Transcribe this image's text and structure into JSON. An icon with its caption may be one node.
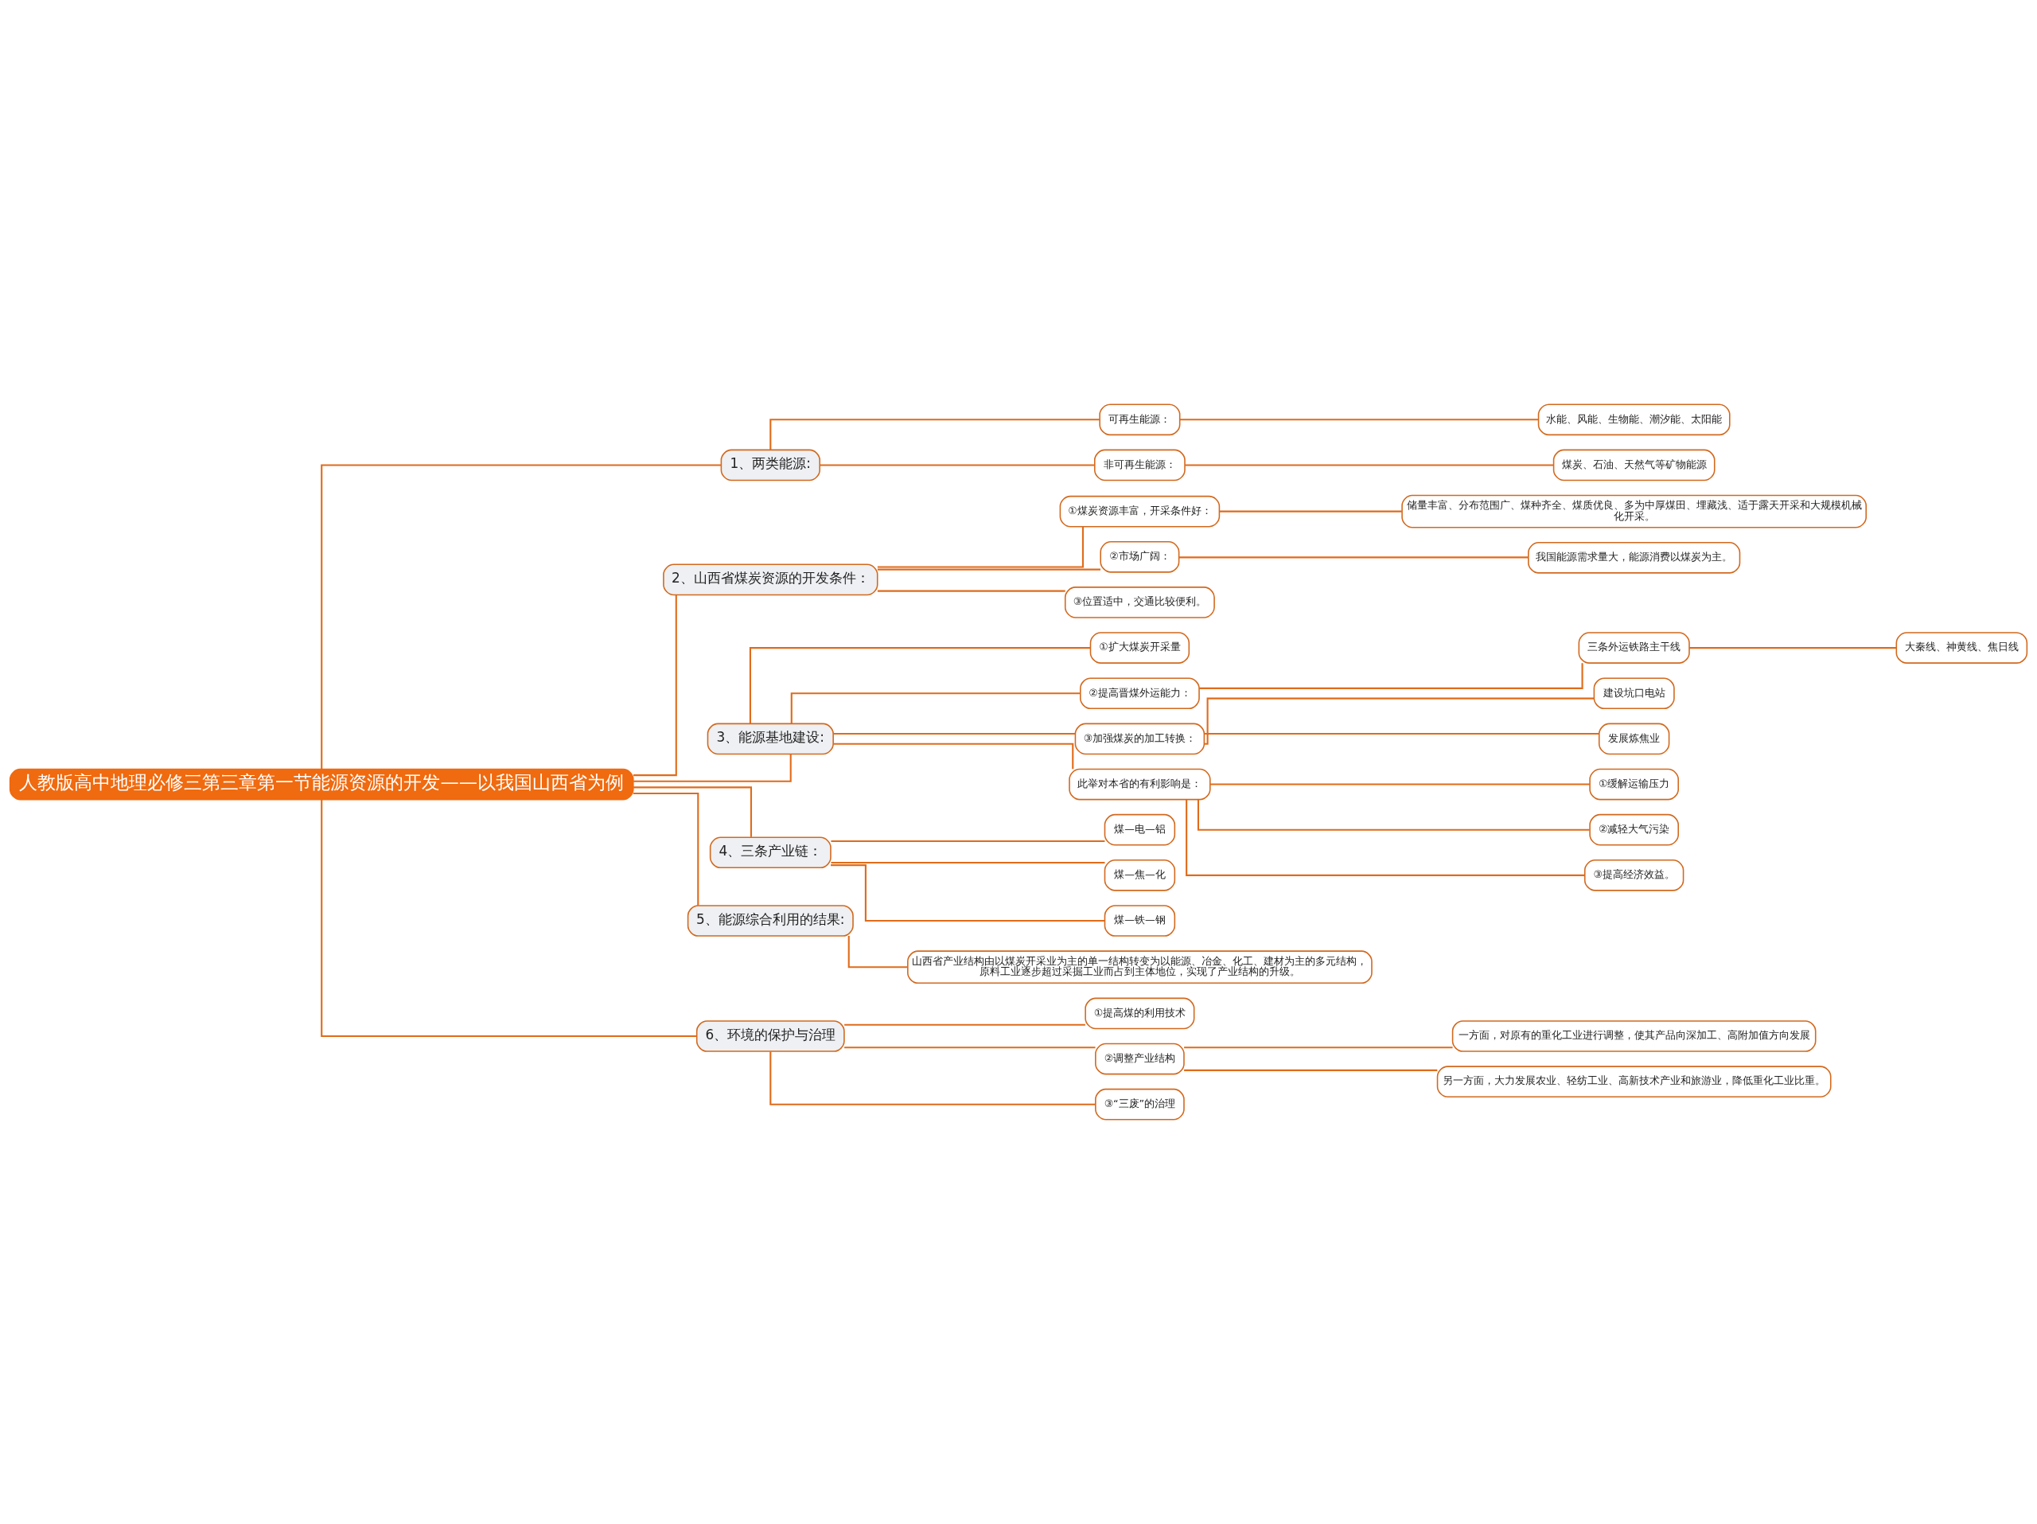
{
  "diagram": {
    "nodes": [
      {
        "text": [
          "人教版高中地理必修三第三章第一节能源资源的开发——以我国山西省为例"
        ]
      },
      {
        "text": [
          "1、两类能源:"
        ]
      },
      {
        "text": [
          "可再生能源："
        ]
      },
      {
        "text": [
          "水能、风能、生物能、潮汐能、太阳能"
        ]
      },
      {
        "text": [
          "非可再生能源："
        ]
      },
      {
        "text": [
          "煤炭、石油、天然气等矿物能源"
        ]
      },
      {
        "text": [
          "2、山西省煤炭资源的开发条件："
        ]
      },
      {
        "text": [
          "①煤炭资源丰富，开采条件好："
        ]
      },
      {
        "text": [
          "储量丰富、分布范围广、煤种齐全、煤质优良、多为中厚煤田、埋藏浅、适于露天开采和大规模机械化开采。"
        ]
      },
      {
        "text": [
          "②市场广阔："
        ]
      },
      {
        "text": [
          "我国能源需求量大，能源消费以煤炭为主。"
        ]
      },
      {
        "text": [
          "③位置适中，交通比较便利。"
        ]
      },
      {
        "text": [
          "3、能源基地建设:"
        ]
      },
      {
        "text": [
          "①扩大煤炭开采量"
        ]
      },
      {
        "text": [
          "②提高晋煤外运能力："
        ]
      },
      {
        "text": [
          "三条外运铁路主干线"
        ]
      },
      {
        "text": [
          "大秦线、神黄线、焦日线"
        ]
      },
      {
        "text": [
          "③加强煤炭的加工转换："
        ]
      },
      {
        "text": [
          "建设坑口电站"
        ]
      },
      {
        "text": [
          "发展炼焦业"
        ]
      },
      {
        "text": [
          "此举对本省的有利影响是："
        ]
      },
      {
        "text": [
          "①缓解运输压力"
        ]
      },
      {
        "text": [
          "②减轻大气污染"
        ]
      },
      {
        "text": [
          "③提高经济效益。"
        ]
      },
      {
        "text": [
          "4、三条产业链："
        ]
      },
      {
        "text": [
          "煤—电—铝"
        ]
      },
      {
        "text": [
          "煤—焦—化"
        ]
      },
      {
        "text": [
          "煤—铁—钢"
        ]
      },
      {
        "text": [
          "5、能源综合利用的结果:"
        ]
      },
      {
        "text": [
          "山西省产业结构由以煤炭开采业为主的单一结构转变为以能源、冶金、化工、建材为主的多元结构，原料工业逐步超过采掘工业而占到主体地位，实现了产业结构的升级。"
        ]
      },
      {
        "text": [
          "6、环境的保护与治理"
        ]
      },
      {
        "text": [
          "①提高煤的利用技术"
        ]
      },
      {
        "text": [
          "②调整产业结构"
        ]
      },
      {
        "text": [
          "一方面，对原有的重化工业进行调整，使其产品向深加工、高附加值方向发展"
        ]
      },
      {
        "text": [
          "另一方面，大力发展农业、轻纺工业、高新技术产业和旅游业，降低重化工业比重。"
        ]
      },
      {
        "text": [
          "③“三废”的治理"
        ]
      }
    ],
    "edges": [
      {
        "from": 0,
        "to": 1,
        "arrow": "none"
      },
      {
        "from": 1,
        "to": 2,
        "arrow": "none"
      },
      {
        "from": 2,
        "to": 3,
        "arrow": "none"
      },
      {
        "from": 1,
        "to": 4,
        "arrow": "none"
      },
      {
        "from": 4,
        "to": 5,
        "arrow": "none"
      },
      {
        "from": 0,
        "to": 6,
        "arrow": "none"
      },
      {
        "from": 6,
        "to": 7,
        "arrow": "none"
      },
      {
        "from": 7,
        "to": 8,
        "arrow": "none"
      },
      {
        "from": 6,
        "to": 9,
        "arrow": "none"
      },
      {
        "from": 9,
        "to": 10,
        "arrow": "none"
      },
      {
        "from": 6,
        "to": 11,
        "arrow": "none"
      },
      {
        "from": 0,
        "to": 12,
        "arrow": "none"
      },
      {
        "from": 12,
        "to": 13,
        "arrow": "none"
      },
      {
        "from": 12,
        "to": 14,
        "arrow": "none"
      },
      {
        "from": 14,
        "to": 15,
        "arrow": "none"
      },
      {
        "from": 15,
        "to": 16,
        "arrow": "none"
      },
      {
        "from": 12,
        "to": 17,
        "arrow": "none"
      },
      {
        "from": 17,
        "to": 18,
        "arrow": "none"
      },
      {
        "from": 17,
        "to": 19,
        "arrow": "none"
      },
      {
        "from": 12,
        "to": 20,
        "arrow": "none"
      },
      {
        "from": 20,
        "to": 21,
        "arrow": "none"
      },
      {
        "from": 20,
        "to": 22,
        "arrow": "none"
      },
      {
        "from": 20,
        "to": 23,
        "arrow": "none"
      },
      {
        "from": 0,
        "to": 24,
        "arrow": "none"
      },
      {
        "from": 24,
        "to": 25,
        "arrow": "none"
      },
      {
        "from": 24,
        "to": 26,
        "arrow": "none"
      },
      {
        "from": 24,
        "to": 27,
        "arrow": "none"
      },
      {
        "from": 0,
        "to": 28,
        "arrow": "none"
      },
      {
        "from": 28,
        "to": 29,
        "arrow": "none"
      },
      {
        "from": 0,
        "to": 30,
        "arrow": "none"
      },
      {
        "from": 30,
        "to": 31,
        "arrow": "none"
      },
      {
        "from": 30,
        "to": 32,
        "arrow": "none"
      },
      {
        "from": 32,
        "to": 33,
        "arrow": "none"
      },
      {
        "from": 32,
        "to": 34,
        "arrow": "none"
      },
      {
        "from": 30,
        "to": 35,
        "arrow": "none"
      }
    ]
  }
}
